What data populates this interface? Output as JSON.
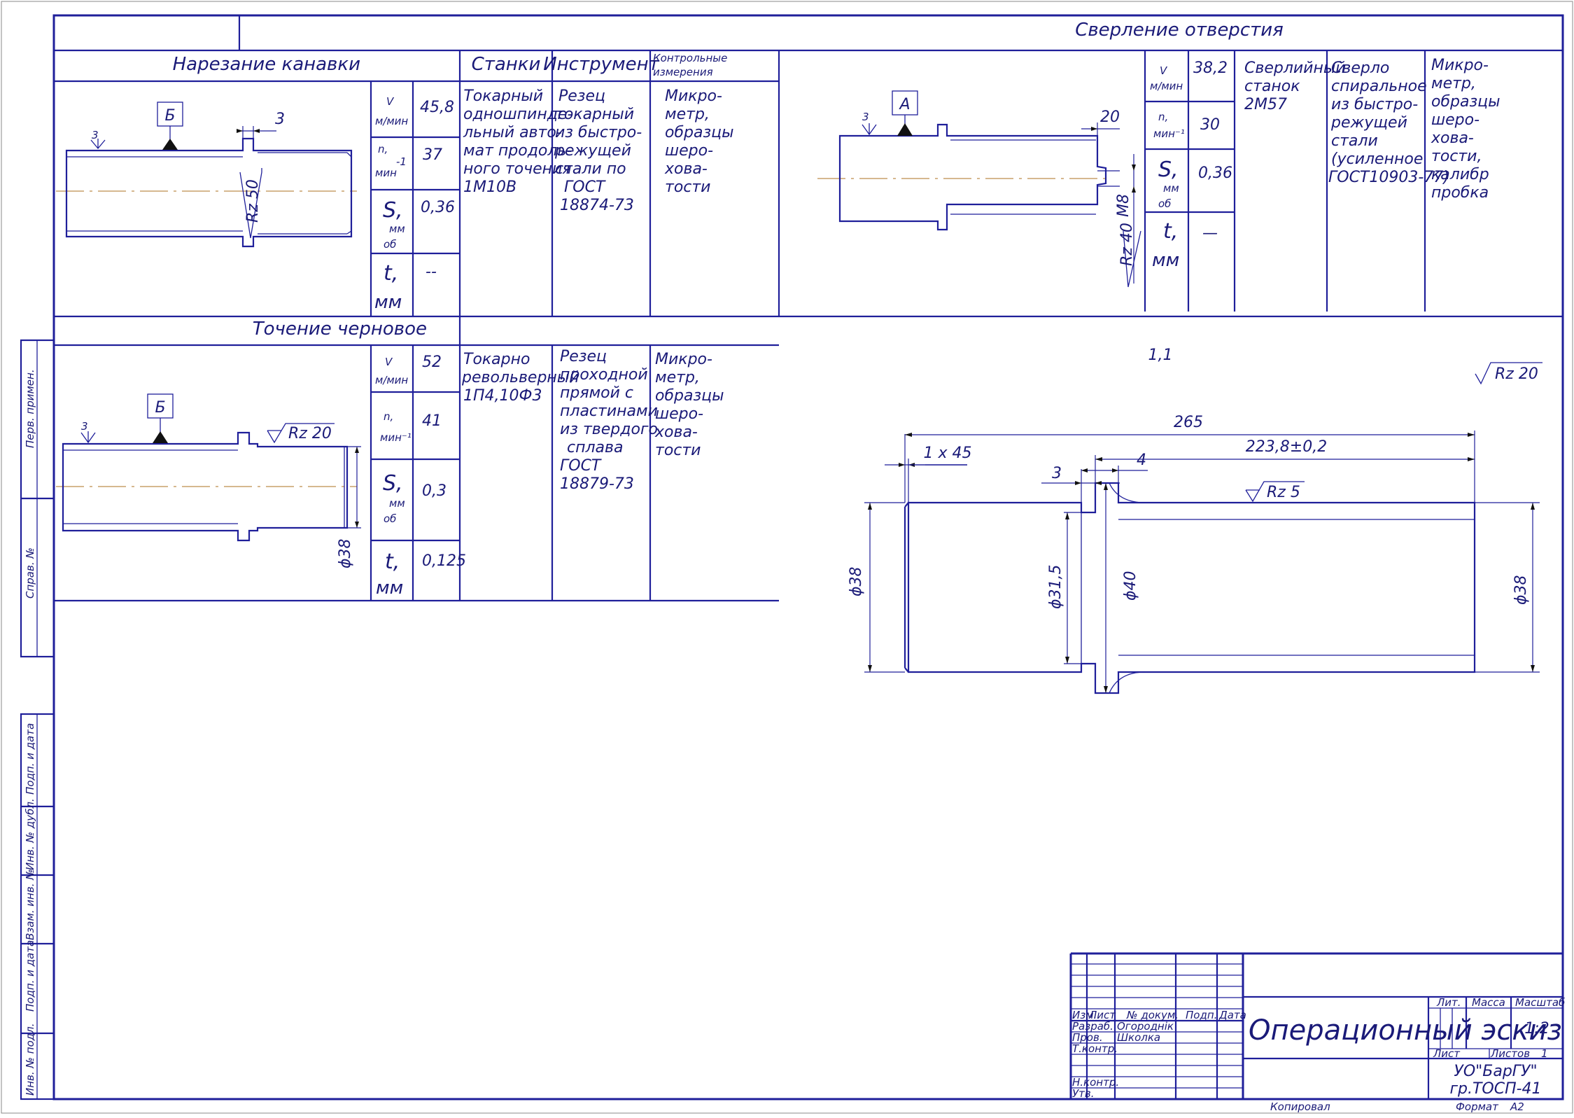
{
  "ops": {
    "drilling": {
      "title": "Сверление отверстия",
      "v_label": [
        "V",
        "м/мин"
      ],
      "v": "38,2",
      "n_label": [
        "n,",
        "мин⁻¹"
      ],
      "n": "30",
      "s_label": [
        "S,",
        "мм",
        "об"
      ],
      "s": "0,36",
      "t_label": [
        "t,",
        "мм"
      ],
      "t": "—",
      "machine": [
        "Сверлийный",
        "станок",
        "2М57"
      ],
      "tool": [
        "Сверло",
        "спиральное",
        "из быстро-",
        "режущей",
        "стали",
        "(усиленное",
        "ГОСТ10903-77)"
      ],
      "measure": [
        "Микро-",
        "метр,",
        "образцы",
        "шеро-",
        "хова-",
        "тости,",
        "калибр",
        "пробка"
      ],
      "dims": {
        "len": "20",
        "thread": "М8",
        "rough": "Rz 40",
        "base": "А",
        "tick": "3"
      }
    },
    "grooving": {
      "title": "Нарезание канавки",
      "hdr_machines": "Станки",
      "hdr_tool": "Инструмент",
      "hdr_measure": [
        "Контрольные",
        "измерения"
      ],
      "v_label": [
        "V",
        "м/мин"
      ],
      "v": "45,8",
      "n_label": [
        "n,",
        "мин",
        "-1"
      ],
      "n": "37",
      "s_label": [
        "S,",
        "мм",
        "об"
      ],
      "s": "0,36",
      "t_label": [
        "t,",
        "мм"
      ],
      "t": "--",
      "machine": [
        "Токарный",
        "одношпинде-",
        "льный авто-",
        "мат продоль-",
        "ного точения",
        "1М10В"
      ],
      "tool": [
        "Резец",
        "токарный",
        "из быстро-",
        "режущей",
        "стали по",
        "ГОСТ",
        "18874-73"
      ],
      "measure": [
        "Микро-",
        "метр,",
        "образцы",
        "шеро-",
        "хова-",
        "тости"
      ],
      "dims": {
        "len": "3",
        "rough": "Rz 50",
        "base": "Б",
        "tick": "3"
      }
    },
    "turning": {
      "title": "Точение черновое",
      "v_label": [
        "V",
        "м/мин"
      ],
      "v": "52",
      "n_label": [
        "n,",
        "мин⁻¹"
      ],
      "n": "41",
      "s_label": [
        "S,",
        "мм",
        "об"
      ],
      "s": "0,3",
      "t_label": [
        "t,",
        "мм"
      ],
      "t": "0,125",
      "machine": [
        "Токарно",
        "револьверный",
        "1П4,10Ф3"
      ],
      "tool": [
        "Резец",
        "проходной",
        "прямой с",
        "пластинами",
        "из твердого",
        "сплава",
        "ГОСТ",
        "18879-73"
      ],
      "measure": [
        "Микро-",
        "метр,",
        "образцы",
        "шеро-",
        "хова-",
        "тости"
      ],
      "dims": {
        "rough": "Rz 20",
        "dia": "ϕ38",
        "base": "Б",
        "tick": "3"
      }
    }
  },
  "main_view": {
    "label": "1,1",
    "rough_general": "Rz 20",
    "dims": {
      "total": "265",
      "body": "223,8±0,2",
      "chamfer": "1 x 45",
      "w3": "3",
      "w4": "4",
      "rough": "Rz 5",
      "d38_left": "ϕ38",
      "d31": "ϕ31,5",
      "d40": "ϕ40",
      "d38_right": "ϕ38"
    }
  },
  "side_stamps": [
    "Перв. примен.",
    "Справ. №",
    "Подп. и дата",
    "Инв. № дубл.",
    "Взам. инв. №",
    "Подп. и дата",
    "Инв. № подл."
  ],
  "title_block": {
    "title": "Операционный эскиз",
    "cols": [
      "Изм.",
      "Лист",
      "№ докум.",
      "Подп.",
      "Дата"
    ],
    "rows": [
      "Разраб.",
      "Пров.",
      "Т.контр.",
      "",
      "Н.контр.",
      "Утв."
    ],
    "names": [
      "Огороднік",
      "Школка"
    ],
    "lit": "Лит.",
    "mass": "Масса",
    "scale_label": "Масштаб",
    "scale": "1:2",
    "sheet": "Лист",
    "sheets": "Листов",
    "sheets_num": "1",
    "org1": "УО\"БарГУ\"",
    "org2": "гр.ТОСП-41",
    "copied": "Копировал",
    "format_label": "Формат",
    "format": "А2"
  },
  "colors": {
    "line": "#1f1f9a",
    "text": "#1a1a78",
    "axis": "#c8a06a"
  }
}
